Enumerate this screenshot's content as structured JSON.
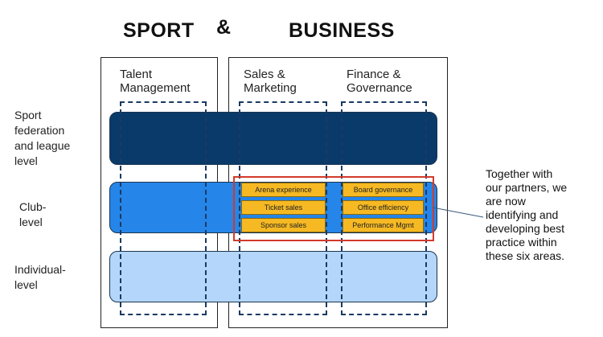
{
  "headings": {
    "left": "SPORT",
    "amp": "&",
    "right": "BUSINESS"
  },
  "columns": {
    "talent": [
      "Talent",
      "Management"
    ],
    "sales": [
      "Sales &",
      "Marketing"
    ],
    "finance": [
      "Finance &",
      "Governance"
    ]
  },
  "rows": {
    "sport": [
      "Sport",
      "federation",
      "and league",
      "level"
    ],
    "club": [
      "Club-",
      "level"
    ],
    "individual": [
      "Individual-",
      "level"
    ]
  },
  "practice_areas": {
    "sales": [
      "Arena experience",
      "Ticket sales",
      "Sponsor sales"
    ],
    "finance": [
      "Board governance",
      "Office efficiency",
      "Performance Mgmt"
    ]
  },
  "callout": [
    "Together with",
    "our partners, we",
    "are now",
    "identifying and",
    "developing best",
    "practice within",
    "these six areas."
  ],
  "colors": {
    "sport_band": "#0a3a6a",
    "club_band": "#2585e8",
    "individual_band": "#b3d6fa",
    "practice_area": "#f6b923",
    "highlight": "#d33a2c"
  }
}
